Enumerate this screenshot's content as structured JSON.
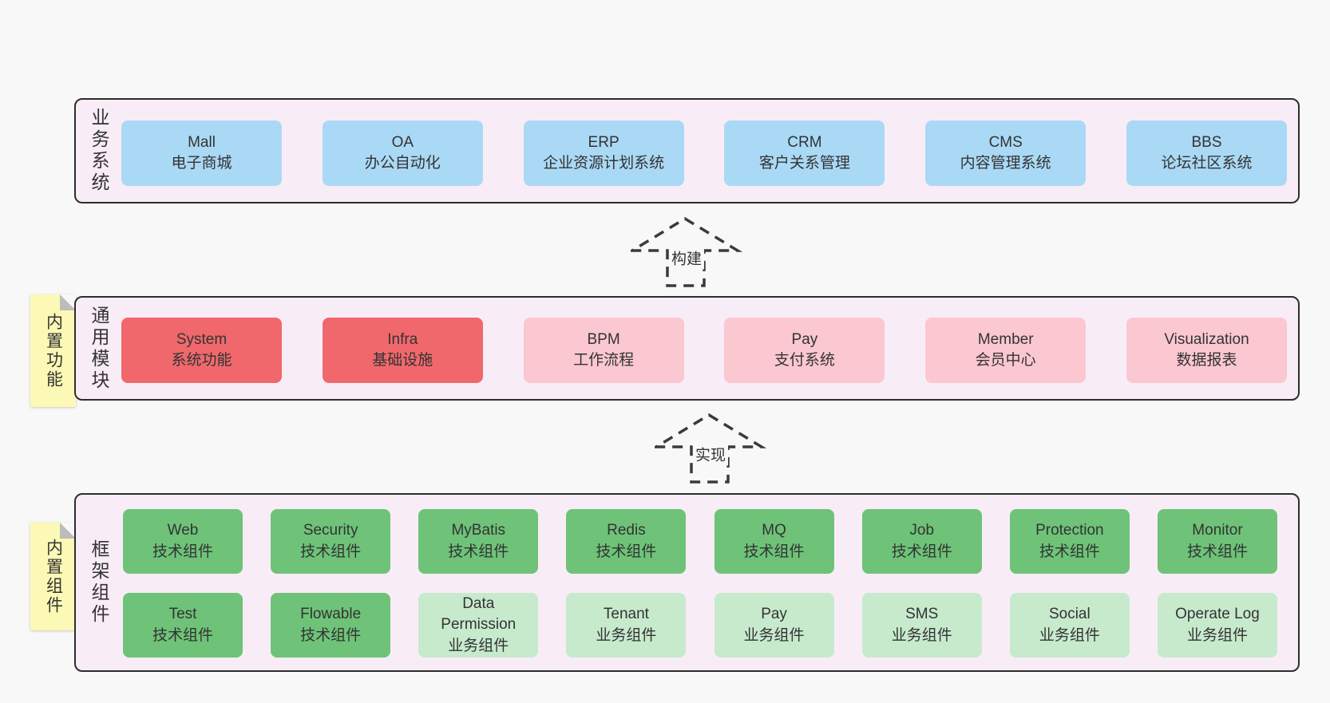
{
  "colors": {
    "page_bg": "#f8f8f8",
    "panel_bg": "#f8edf7",
    "panel_border": "#2d2d2d",
    "box_blue": "#aad9f5",
    "box_red": "#f1686c",
    "box_pink": "#fbc7d1",
    "box_green": "#6ec378",
    "box_green_light": "#c7eacd",
    "note_yellow": "#fbf9b5",
    "note_fold_gray": "#bcbcbc",
    "text": "#333333",
    "arrow_stroke": "#3a3a3a"
  },
  "tiers": [
    {
      "side_label": "业务系统",
      "boxes": [
        {
          "name": "Mall",
          "desc": "电子商城",
          "variant": "blue"
        },
        {
          "name": "OA",
          "desc": "办公自动化",
          "variant": "blue"
        },
        {
          "name": "ERP",
          "desc": "企业资源计划系统",
          "variant": "blue"
        },
        {
          "name": "CRM",
          "desc": "客户关系管理",
          "variant": "blue"
        },
        {
          "name": "CMS",
          "desc": "内容管理系统",
          "variant": "blue"
        },
        {
          "name": "BBS",
          "desc": "论坛社区系统",
          "variant": "blue"
        }
      ]
    },
    {
      "side_label": "通用模块",
      "note": "内置功能",
      "boxes": [
        {
          "name": "System",
          "desc": "系统功能",
          "variant": "red"
        },
        {
          "name": "Infra",
          "desc": "基础设施",
          "variant": "red"
        },
        {
          "name": "BPM",
          "desc": "工作流程",
          "variant": "pink"
        },
        {
          "name": "Pay",
          "desc": "支付系统",
          "variant": "pink"
        },
        {
          "name": "Member",
          "desc": "会员中心",
          "variant": "pink"
        },
        {
          "name": "Visualization",
          "desc": "数据报表",
          "variant": "pink"
        }
      ]
    },
    {
      "side_label": "框架组件",
      "note": "内置组件",
      "row1": [
        {
          "name": "Web",
          "desc": "技术组件",
          "variant": "green"
        },
        {
          "name": "Security",
          "desc": "技术组件",
          "variant": "green"
        },
        {
          "name": "MyBatis",
          "desc": "技术组件",
          "variant": "green"
        },
        {
          "name": "Redis",
          "desc": "技术组件",
          "variant": "green"
        },
        {
          "name": "MQ",
          "desc": "技术组件",
          "variant": "green"
        },
        {
          "name": "Job",
          "desc": "技术组件",
          "variant": "green"
        },
        {
          "name": "Protection",
          "desc": "技术组件",
          "variant": "green"
        },
        {
          "name": "Monitor",
          "desc": "技术组件",
          "variant": "green"
        }
      ],
      "row2": [
        {
          "name": "Test",
          "desc": "技术组件",
          "variant": "green"
        },
        {
          "name": "Flowable",
          "desc": "技术组件",
          "variant": "green"
        },
        {
          "name": "Data Permission",
          "desc": "业务组件",
          "variant": "lightgreen"
        },
        {
          "name": "Tenant",
          "desc": "业务组件",
          "variant": "lightgreen"
        },
        {
          "name": "Pay",
          "desc": "业务组件",
          "variant": "lightgreen"
        },
        {
          "name": "SMS",
          "desc": "业务组件",
          "variant": "lightgreen"
        },
        {
          "name": "Social",
          "desc": "业务组件",
          "variant": "lightgreen"
        },
        {
          "name": "Operate Log",
          "desc": "业务组件",
          "variant": "lightgreen"
        }
      ]
    }
  ],
  "arrows": [
    {
      "label": "构建"
    },
    {
      "label": "实现"
    }
  ]
}
